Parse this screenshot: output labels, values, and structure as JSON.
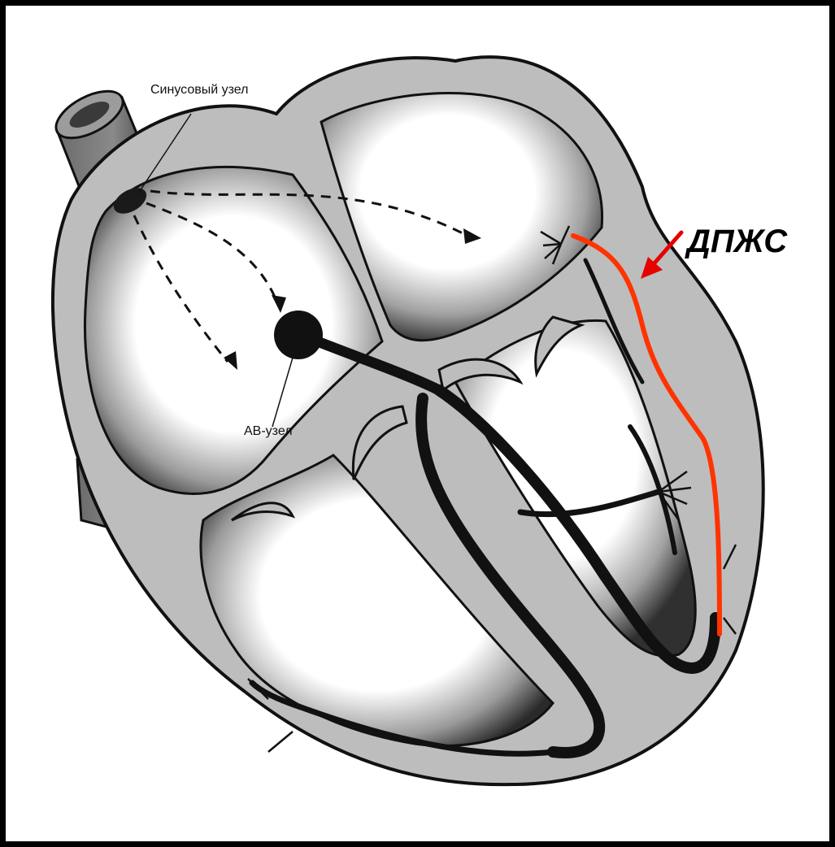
{
  "labels": {
    "sinus_node": "Синусовый узел",
    "av_node": "АВ-узел",
    "accessory_pathway": "ДПЖС"
  },
  "colors": {
    "frame": "#000000",
    "wall_gray": "#bdbdbd",
    "vessel_gray": "#5e5e5e",
    "conduction": "#111111",
    "pathway_line": "#ff3300",
    "arrow": "#e60000"
  }
}
